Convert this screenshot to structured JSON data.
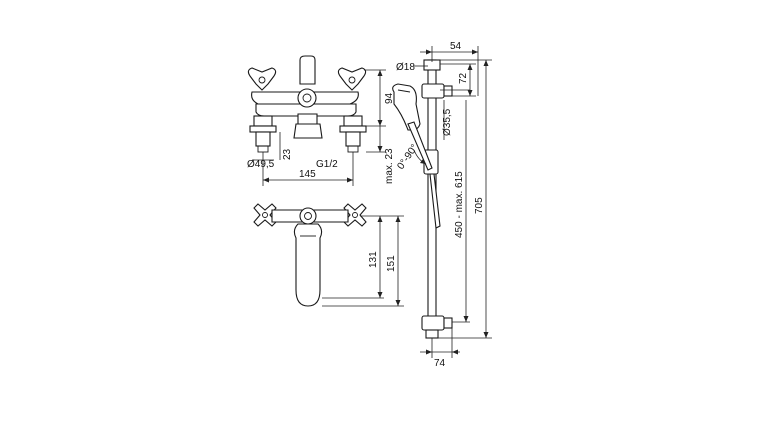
{
  "diagram": {
    "labels": {
      "dim_94": "94",
      "dim_23_left": "23",
      "dim_g12": "G1/2",
      "dim_d49_5": "Ø49,5",
      "dim_145": "145",
      "dim_max23": "max. 23",
      "dim_131": "131",
      "dim_151": "151",
      "dim_54": "54",
      "dim_d18": "Ø18",
      "dim_72": "72",
      "dim_d35_5": "Ø35,5",
      "dim_angle": "0°-90°",
      "dim_450_615": "450 - max. 615",
      "dim_705": "705",
      "dim_74": "74"
    }
  }
}
